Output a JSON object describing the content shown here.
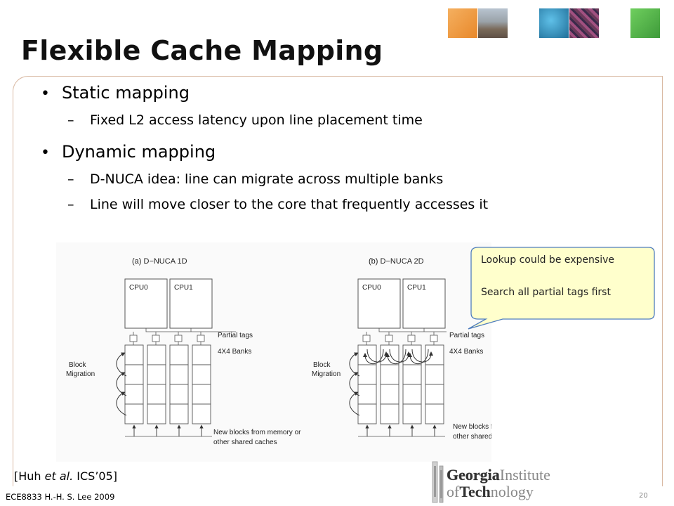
{
  "slide": {
    "title": "Flexible Cache Mapping",
    "bullets": [
      {
        "text": "Static mapping",
        "subs": [
          "Fixed L2 access latency upon line placement time"
        ]
      },
      {
        "text": "Dynamic mapping",
        "subs": [
          "D-NUCA idea: line can migrate across multiple banks",
          "Line will move closer to the core that frequently accesses it"
        ]
      }
    ],
    "bullet_glyph": "•",
    "sub_glyph": "–"
  },
  "diagram": {
    "panel_a_title": "(a) D−NUCA 1D",
    "panel_b_title": "(b) D−NUCA 2D",
    "cpu0": "CPU0",
    "cpu1": "CPU1",
    "partial_tags": "Partial tags",
    "banks": "4X4 Banks",
    "block": "Block",
    "migration": "Migration",
    "new_blocks_1": "New blocks from memory or",
    "new_blocks_2": "other shared caches"
  },
  "callout": {
    "line1": "Lookup could be expensive",
    "line2": "Search all partial tags first",
    "fill": "#ffffcc",
    "border": "#4f7dbd"
  },
  "citation": {
    "open": "[Huh ",
    "etal": "et al.",
    "close": " ICS’05]"
  },
  "footer": {
    "course": "ECE8833 H.-H. S. Lee 2009",
    "page": "20"
  },
  "logo": {
    "line1_bold": "Georgia",
    "line1_rest": "Institute",
    "line2_a": "of",
    "line2_bold": "Tech",
    "line2_rest": "nology"
  },
  "colors": {
    "frame": "#d9b9a2",
    "thumb_orange": "#f0a050",
    "thumb_blue": "#2a8fc0",
    "thumb_green": "#5ab84e"
  }
}
